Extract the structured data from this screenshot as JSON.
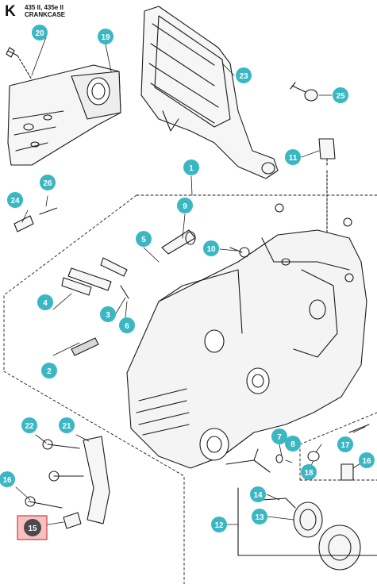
{
  "header": {
    "section_letter": "K",
    "model_line": "435 II, 435e II",
    "page_title": "CRANKCASE"
  },
  "colors": {
    "callout": "#3ab7c2",
    "highlight_fill": "#4a4a4a",
    "highlight_box": "#f7c1c1",
    "highlight_border": "#d23a3a",
    "line": "#1a1a1a"
  },
  "callouts": {
    "c1": "1",
    "c2": "2",
    "c3": "3",
    "c4": "4",
    "c5": "5",
    "c6": "6",
    "c7": "7",
    "c8": "8",
    "c9": "9",
    "c10": "10",
    "c11": "11",
    "c12": "12",
    "c13": "13",
    "c14": "14",
    "c15": "15",
    "c16a": "16",
    "c16b": "16",
    "c17": "17",
    "c18": "18",
    "c19": "19",
    "c20": "20",
    "c21": "21",
    "c22": "22",
    "c23": "23",
    "c24": "24",
    "c25": "25",
    "c26": "26"
  },
  "highlighted_part": "15"
}
